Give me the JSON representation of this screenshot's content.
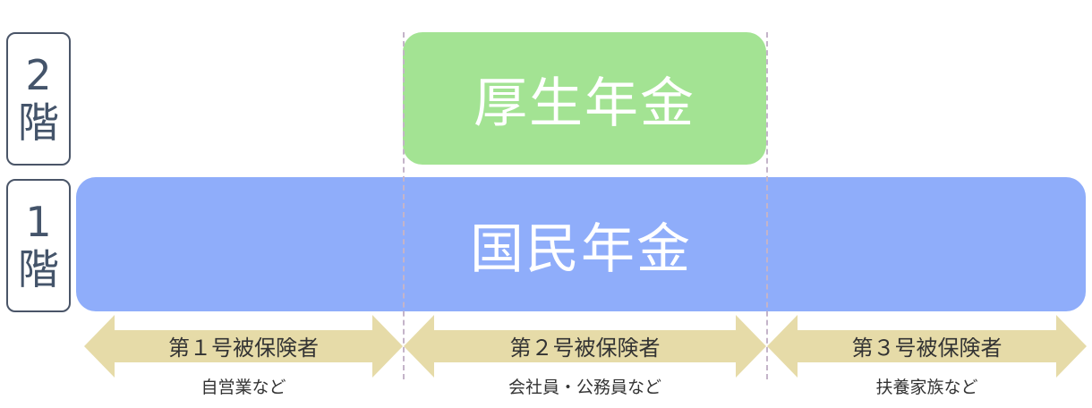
{
  "floors": [
    {
      "num": "2",
      "kanji": "階"
    },
    {
      "num": "1",
      "kanji": "階"
    }
  ],
  "blocks": {
    "kosei_nenkin": "厚生年金",
    "kokumin_nenkin": "国民年金"
  },
  "insured_categories": [
    {
      "label": "第１号被保険者",
      "example": "自営業など"
    },
    {
      "label": "第２号被保険者",
      "example": "会社員・公務員など"
    },
    {
      "label": "第３号被保険者",
      "example": "扶養家族など"
    }
  ],
  "colors": {
    "kosei_block": "#a3e393",
    "kokumin_block": "#8fadfa",
    "arrow_fill": "#e6dba8",
    "floor_border": "#4a5568",
    "divider": "#c4b4c9"
  }
}
